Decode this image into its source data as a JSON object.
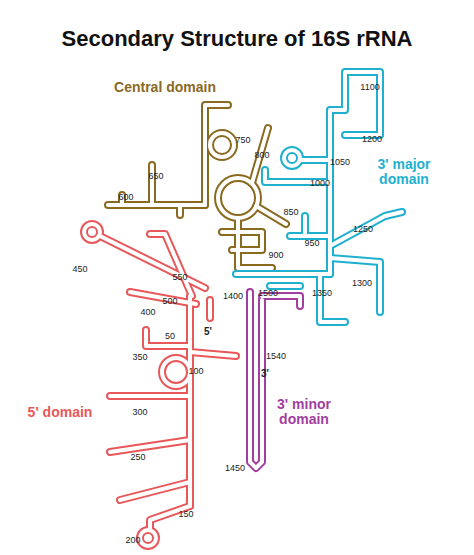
{
  "diagram": {
    "title": "Secondary Structure of 16S rRNA",
    "labels": [
      "Central domain",
      "1100",
      "1200",
      "1050",
      "3' major domain",
      "750",
      "800",
      "650",
      "600",
      "1000",
      "850",
      "950",
      "1250",
      "900",
      "450",
      "550",
      "500",
      "400",
      "5'",
      "1400",
      "1500",
      "1350",
      "1300",
      "50",
      "100",
      "350",
      "1540",
      "3'",
      "300",
      "5' domain",
      "3' minor domain",
      "250",
      "1450",
      "150",
      "200"
    ]
  }
}
